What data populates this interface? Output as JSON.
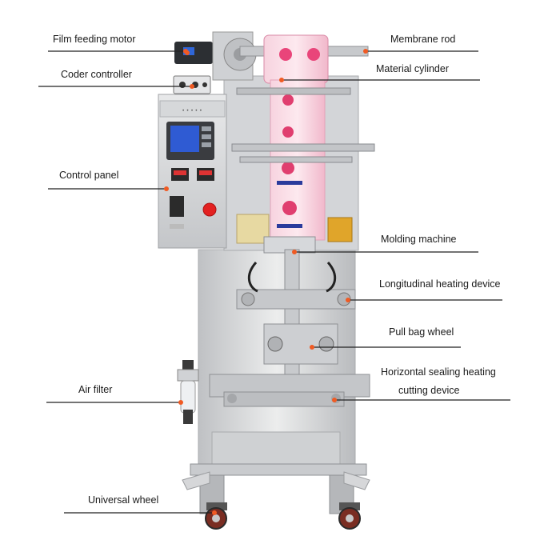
{
  "labels": {
    "film_feeding_motor": "Film feeding motor",
    "coder_controller": "Coder controller",
    "control_panel": "Control panel",
    "air_filter": "Air filter",
    "universal_wheel": "Universal wheel",
    "membrane_rod": "Membrane rod",
    "material_cylinder": "Material cylinder",
    "molding_machine": "Molding machine",
    "longitudinal_heating_device": "Longitudinal heating device",
    "pull_bag_wheel": "Pull bag wheel",
    "horizontal_sealing_line1": "Horizontal sealing heating",
    "horizontal_sealing_line2": "cutting device"
  },
  "colors": {
    "callout_dot": "#f05a23",
    "leader_line": "#222222",
    "machine_body": "#d9dadc",
    "film_pink": "#f2a7c0",
    "screen_blue": "#2f5bd3",
    "stop_button": "#e32121"
  }
}
